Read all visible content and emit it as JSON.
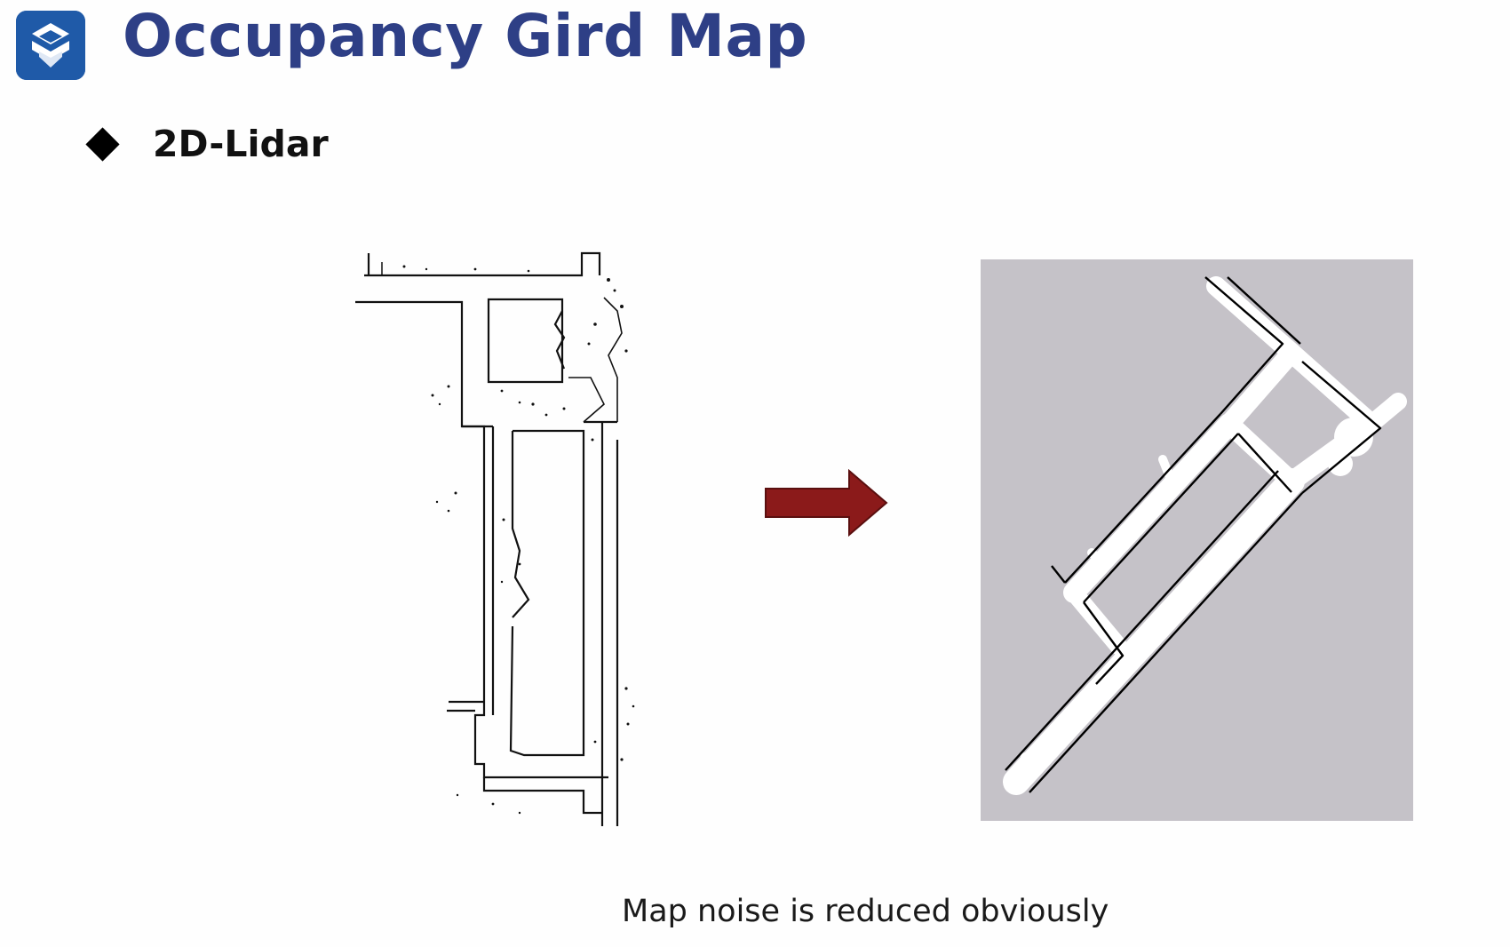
{
  "header": {
    "logo_icon": "company-s-logo-icon",
    "title": "Occupancy Gird Map",
    "title_color": "#2e3f86",
    "logo_color": "#1f5aa8"
  },
  "bullets": [
    {
      "icon": "diamond-bullet-icon",
      "text": "2D-Lidar"
    }
  ],
  "figures": {
    "raw_map": {
      "icon": "raw-occupancy-map-image"
    },
    "arrow": {
      "icon": "right-arrow-icon",
      "color": "#8b1a1a"
    },
    "clean_map": {
      "icon": "filtered-occupancy-map-image",
      "background": "#c5c2c8"
    }
  },
  "caption": "Map noise is reduced obviously"
}
